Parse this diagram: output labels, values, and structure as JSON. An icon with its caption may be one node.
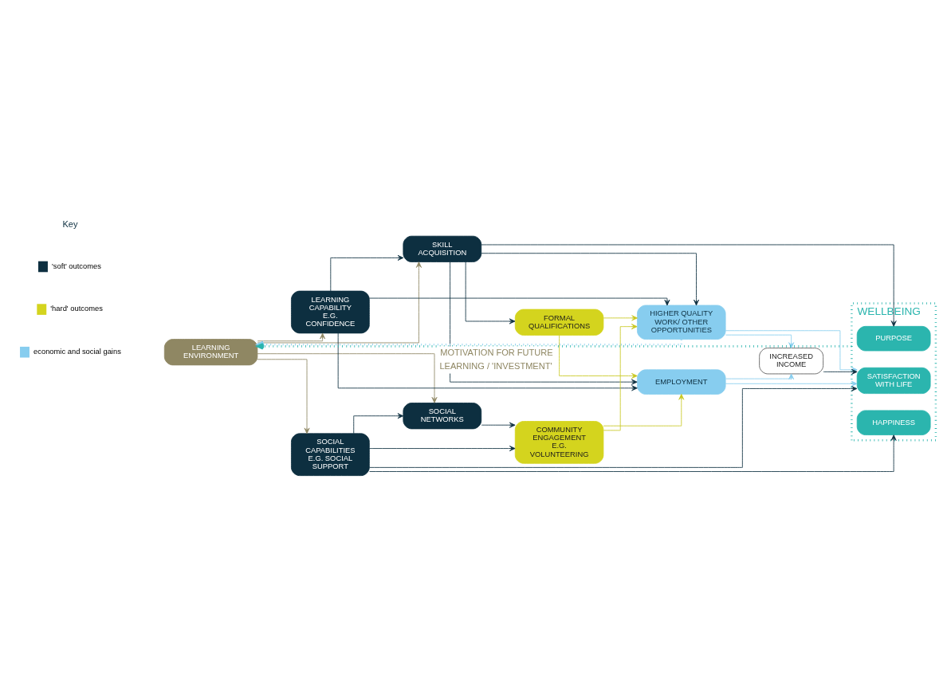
{
  "diagram": {
    "nodes": [
      {
        "text": [
          "LEARNING ENVIRONMENT"
        ]
      },
      {
        "text": [
          "SKILL ACQUISITION"
        ]
      },
      {
        "text": [
          "LEARNING CAPABILITY",
          "E.G. CONFIDENCE"
        ]
      },
      {
        "text": [
          "SOCIAL NETWORKS"
        ]
      },
      {
        "text": [
          "SOCIAL CAPABILITIES E.G. SOCIAL SUPPORT"
        ]
      },
      {
        "text": [
          "FORMAL QUALIFICATIONS"
        ]
      },
      {
        "text": [
          "COMMUNITY ENGAGEMENT E.G. VOLUNTEERING"
        ]
      },
      {
        "text": [
          "EMPLOYMENT"
        ]
      },
      {
        "text": [
          "HIGHER QUALITY WORK/ OTHER OPPORTUNITIES"
        ]
      },
      {
        "text": [
          "INCREASED INCOME"
        ]
      },
      {
        "text": [
          "WELLBEING"
        ]
      },
      {
        "text": [
          "PURPOSE"
        ],
        "in": 10
      },
      {
        "text": [
          "SATISFACTION WITH LIFE"
        ],
        "in": 10
      },
      {
        "text": [
          "HAPPINESS"
        ],
        "in": 10
      }
    ],
    "edges": [
      {
        "from": 0,
        "to": 1,
        "arrow": "to",
        "color": "#8f8763"
      },
      {
        "from": 0,
        "to": 2,
        "arrow": "to",
        "color": "#8f8763"
      },
      {
        "from": 0,
        "to": 3,
        "arrow": "to",
        "color": "#8f8763"
      },
      {
        "from": 0,
        "to": 4,
        "arrow": "to",
        "color": "#8f8763"
      },
      {
        "from": 2,
        "to": 1,
        "arrow": "to"
      },
      {
        "from": 4,
        "to": 3,
        "arrow": "to"
      },
      {
        "from": 1,
        "to": 5,
        "arrow": "to"
      },
      {
        "from": 1,
        "to": 7,
        "arrow": "to"
      },
      {
        "from": 1,
        "to": 8,
        "arrow": "to"
      },
      {
        "from": 1,
        "to": 11,
        "arrow": "to"
      },
      {
        "from": 2,
        "to": 7,
        "arrow": "to"
      },
      {
        "from": 2,
        "to": 8,
        "arrow": "to"
      },
      {
        "from": 3,
        "to": 6,
        "arrow": "to"
      },
      {
        "from": 4,
        "to": 6,
        "arrow": "to"
      },
      {
        "from": 5,
        "to": 7,
        "arrow": "to",
        "color": "#c8c820"
      },
      {
        "from": 5,
        "to": 8,
        "arrow": "to",
        "color": "#c8c820"
      },
      {
        "from": 6,
        "to": 7,
        "arrow": "to",
        "color": "#c8c820"
      },
      {
        "from": 6,
        "to": 8,
        "arrow": "to",
        "color": "#c8c820"
      },
      {
        "from": 7,
        "to": 12,
        "arrow": "to",
        "color": "#87cdef"
      },
      {
        "from": 7,
        "to": 9,
        "arrow": "to",
        "color": "#87cdef"
      },
      {
        "from": 8,
        "to": 9,
        "arrow": "to",
        "color": "#87cdef"
      },
      {
        "from": 8,
        "to": 12,
        "arrow": "to",
        "color": "#87cdef"
      },
      {
        "from": 9,
        "to": 12,
        "arrow": "to"
      },
      {
        "from": 4,
        "to": 13,
        "arrow": "to"
      },
      {
        "from": 4,
        "to": 12,
        "arrow": "to"
      },
      {
        "from": 10,
        "to": 0,
        "arrow": "to",
        "style": "dashed",
        "color": "#2bb5ae",
        "label": "MOTIVATION FOR FUTURE LEARNING / 'INVESTMENT'"
      },
      {
        "from": 8,
        "to": 0,
        "arrow": "to",
        "style": "dashed",
        "color": "#87cdef"
      }
    ],
    "labels": [
      "Key"
    ],
    "legend": [
      {
        "text": "'soft' outcomes",
        "color": "#0d2f40"
      },
      {
        "text": "'hard' outcomes",
        "color": "#d4d41e"
      },
      {
        "text": "economic and social gains",
        "color": "#87cdef"
      }
    ]
  }
}
